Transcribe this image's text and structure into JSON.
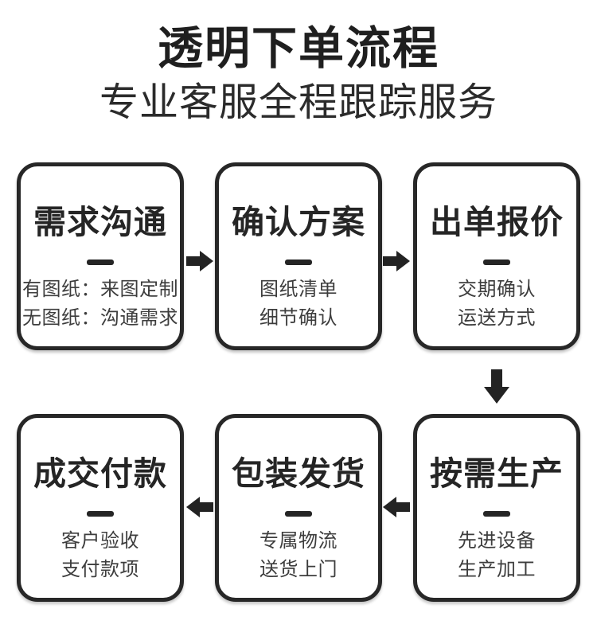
{
  "header": {
    "title": "透明下单流程",
    "subtitle": "专业客服全程跟踪服务"
  },
  "steps": [
    {
      "title": "需求沟通",
      "details": [
        "有图纸：来图定制",
        "无图纸：沟通需求"
      ]
    },
    {
      "title": "确认方案",
      "details": [
        "图纸清单",
        "细节确认"
      ]
    },
    {
      "title": "出单报价",
      "details": [
        "交期确认",
        "运送方式"
      ]
    },
    {
      "title": "按需生产",
      "details": [
        "先进设备",
        "生产加工"
      ]
    },
    {
      "title": "包装发货",
      "details": [
        "专属物流",
        "送货上门"
      ]
    },
    {
      "title": "成交付款",
      "details": [
        "客户验收",
        "支付款项"
      ]
    }
  ],
  "flow": {
    "arrows": [
      {
        "id": "arrow-right-1",
        "direction": "right",
        "from": "需求沟通",
        "to": "确认方案"
      },
      {
        "id": "arrow-right-2",
        "direction": "right",
        "from": "确认方案",
        "to": "出单报价"
      },
      {
        "id": "arrow-down",
        "direction": "down",
        "from": "出单报价",
        "to": "按需生产"
      },
      {
        "id": "arrow-left-1",
        "direction": "left",
        "from": "按需生产",
        "to": "包装发货"
      },
      {
        "id": "arrow-left-2",
        "direction": "left",
        "from": "包装发货",
        "to": "成交付款"
      }
    ]
  },
  "colors": {
    "ink": "#252525",
    "detail_text": "#3d3d3d",
    "background": "#ffffff"
  }
}
